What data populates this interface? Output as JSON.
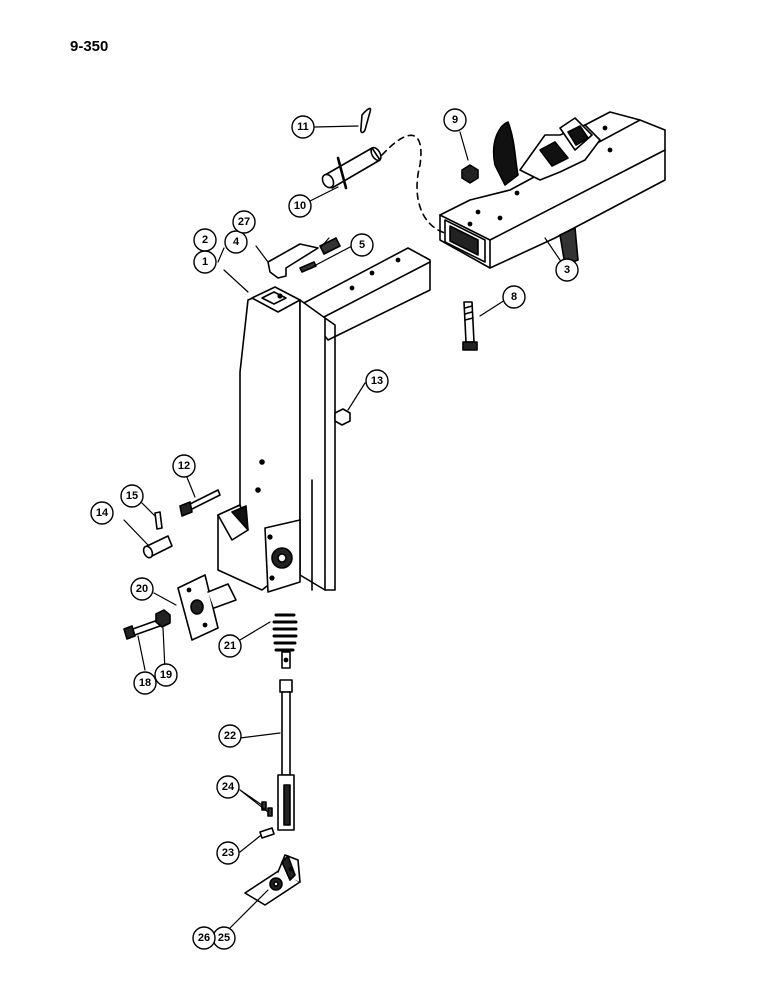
{
  "page_number": "9-350",
  "callouts": {
    "c1": "1",
    "c2": "2",
    "c3": "3",
    "c4": "4",
    "c5": "5",
    "c8": "8",
    "c9": "9",
    "c10": "10",
    "c11": "11",
    "c12": "12",
    "c13": "13",
    "c14": "14",
    "c15": "15",
    "c18": "18",
    "c19": "19",
    "c20": "20",
    "c21": "21",
    "c22": "22",
    "c23": "23",
    "c24": "24",
    "c25": "25",
    "c26": "26",
    "c27": "27"
  }
}
